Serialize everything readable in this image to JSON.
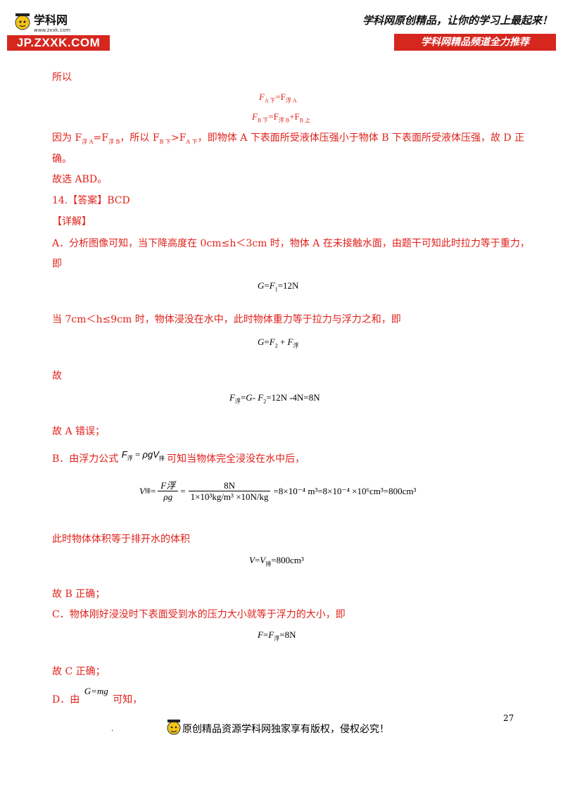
{
  "header": {
    "logo_cn": "学科网",
    "logo_url": "www.zxxk.com",
    "logo_bar": "JP.ZXXK.COM",
    "slogan": "学科网原创精品，让你的学习上最起来！",
    "channel": "学科网精品频道全力推荐"
  },
  "content": {
    "l1": "所以",
    "eq1": {
      "left": "F",
      "lsub": "A 下",
      "mid": "=F",
      "rsub": "浮 A"
    },
    "eq2": {
      "a": "F",
      "asub": "B 下",
      "b": "=F",
      "bsub": "浮 B",
      "c": "+F",
      "csub": "B 上"
    },
    "l2a": "因为 F",
    "l2b": "浮 A",
    "l2c": "=F",
    "l2d": "浮 B",
    "l2e": "，所以 F",
    "l2f": "B 下",
    "l2g": ">F",
    "l2h": "A 下",
    "l2i": "，即物体 A 下表面所受液体压强小于物体 B 下表面所受液体压强，故 D 正",
    "l3": "确。",
    "l4": "故选 ABD。",
    "l5": "14.【答案】BCD",
    "l6": "【详解】",
    "l7": "A．分析图像可知，当下降高度在 0cm≤h＜3cm 时，物体 A 在未接触水面，由题干可知此时拉力等于重力，",
    "l8": "即",
    "eq3": {
      "g": "G",
      "mid": "=",
      "f": "F",
      "fsub": "1",
      "rest": "=12N"
    },
    "l9": "当 7cm＜h≤9cm 时，物体浸没在水中，此时物体重力等于拉力与浮力之和，即",
    "eq4": {
      "g": "G",
      "mid": "=",
      "f": "F",
      "fsub": "2",
      "plus": " + ",
      "f2": "F",
      "f2sub": "浮"
    },
    "l10": "故",
    "eq5": {
      "f": "F",
      "fsub": "浮",
      "mid": "=",
      "g": "G",
      "dash": "- ",
      "f2": "F",
      "f2sub": "2",
      "rest": "=12N -4N=8N"
    },
    "l11": "故 A 错误；",
    "l12a": "B．由浮力公式",
    "l12f": "F",
    "l12fsub": "浮",
    "l12eq": " = ",
    "l12rho": "ρgV",
    "l12vsub": "排",
    "l12b": "可知当物体完全浸没在水中后，",
    "eq6": {
      "v": "V",
      "vsub": "排",
      "eqs": "=",
      "num1": "F浮",
      "den1": "ρg",
      "num2": "8N",
      "den2": "1×10³kg/m³ ×10N/kg",
      "rest": "=8×10⁻⁴ m³=8×10⁻⁴ ×10⁶cm³=800cm³"
    },
    "l13": "此时物体体积等于排开水的体积",
    "eq7": {
      "v": "V",
      "mid": "=",
      "v2": "V",
      "v2sub": "排",
      "rest": "=800cm³"
    },
    "l14": "故 B 正确；",
    "l15": "C．物体刚好浸没时下表面受到水的压力大小就等于浮力的大小，即",
    "eq8": {
      "f": "F",
      "mid": "=",
      "f2": "F",
      "f2sub": "浮",
      "rest": "=8N"
    },
    "l16": "故 C 正确；",
    "l17a": "D．由",
    "l17eq": "G=mg",
    "l17b": "可知，"
  },
  "footer": {
    "dot": ".",
    "text": "原创精品资源学科网独家享有版权，侵权必究！",
    "page_number": "27"
  }
}
